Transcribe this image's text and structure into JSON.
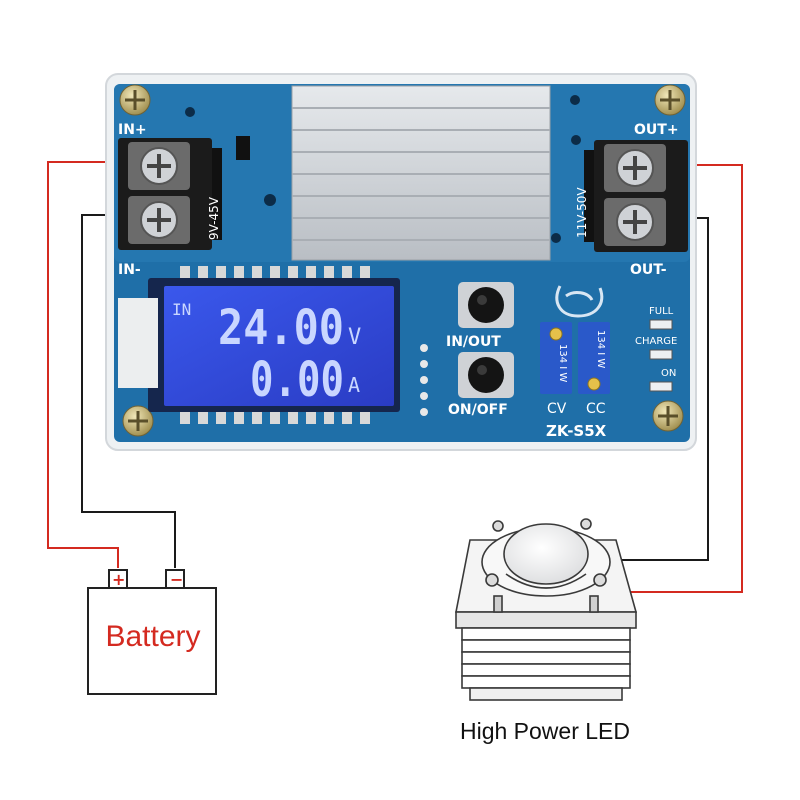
{
  "board": {
    "model": "ZK-S5X",
    "in_plus": "IN+",
    "in_minus": "IN-",
    "out_plus": "OUT+",
    "out_minus": "OUT-",
    "input_range": "9V-45V",
    "output_range": "11V-50V",
    "btn_in_out": "IN/OUT",
    "btn_on_off": "ON/OFF",
    "pot_cv": "CV",
    "pot_cc": "CC",
    "pot_code": "134 I W",
    "led_full": "FULL",
    "led_charge": "CHARGE",
    "led_on": "ON"
  },
  "lcd": {
    "mode": "IN",
    "voltage": "24.00",
    "voltage_unit": "V",
    "current": "0.00",
    "current_unit": "A"
  },
  "battery": {
    "label": "Battery",
    "plus": "+",
    "minus": "−"
  },
  "led": {
    "caption": "High Power LED"
  },
  "colors": {
    "wire_positive": "#d42a20",
    "wire_negative": "#1a1a1a",
    "pcb": "#1f6fa8",
    "lcd_bg": "#2f47d8",
    "lcd_text": "#c9d6ff",
    "heatsink": "#cfd3d8"
  }
}
